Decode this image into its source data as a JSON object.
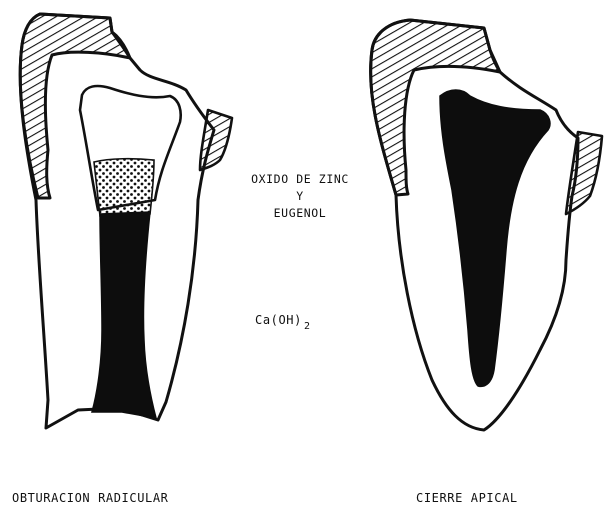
{
  "labels": {
    "zinc_line1": "OXIDO DE ZINC",
    "zinc_line2": "Y",
    "zinc_line3": "EUGENOL",
    "caoh_base": "Ca(OH)",
    "caoh_sub": "2"
  },
  "captions": {
    "left": "OBTURACION RADICULAR",
    "right": "CIERRE APICAL"
  },
  "colors": {
    "ink": "#111111",
    "paper": "#ffffff",
    "filling": "#0d0d0d"
  }
}
